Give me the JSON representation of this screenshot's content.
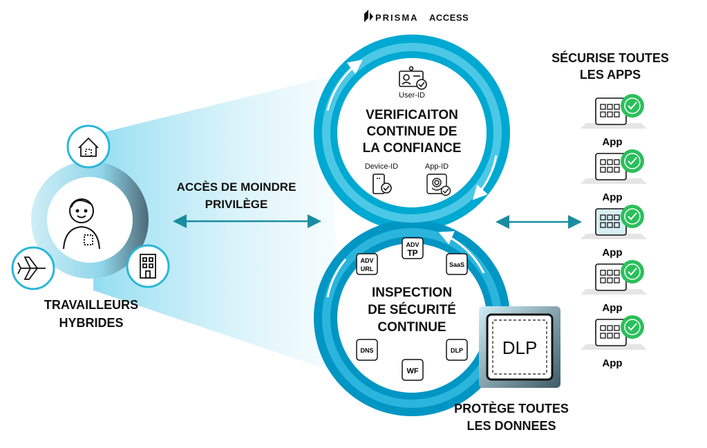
{
  "brand": {
    "name": "PRISMA",
    "suffix": "ACCESS"
  },
  "left": {
    "title_lines": [
      "TRAVAILLEURS",
      "HYBRIDES"
    ]
  },
  "middle_left": {
    "label_lines": [
      "ACCÈS DE MOINDRE",
      "PRIVILÈGE"
    ]
  },
  "trust": {
    "title_lines": [
      "VERIFICAITON",
      "CONTINUE DE",
      "LA CONFIANCE"
    ],
    "user_id": "User-ID",
    "device_id": "Device-ID",
    "app_id": "App-ID"
  },
  "inspection": {
    "title_lines": [
      "INSPECTION",
      "DE SÉCURITÉ",
      "CONTINUE"
    ],
    "badges": {
      "adv_tp": [
        "ADV",
        "TP"
      ],
      "adv_url": [
        "ADV",
        "URL"
      ],
      "saas": "SaaS",
      "dns": "DNS",
      "dlp": "DLP",
      "wf": "WF"
    }
  },
  "dlp_card": {
    "label": "DLP"
  },
  "data_protection": {
    "title_lines": [
      "PROTÈGE TOUTES",
      "LES DONNEES"
    ]
  },
  "apps": {
    "title_lines": [
      "SÉCURISE TOUTES",
      "LES APPS"
    ],
    "items": [
      {
        "label": "App"
      },
      {
        "label": "App"
      },
      {
        "label": "App"
      },
      {
        "label": "App"
      },
      {
        "label": "App"
      }
    ]
  },
  "colors": {
    "accent": "#00a9d1",
    "accent_dark": "#0089b0",
    "teal_arrow": "#1a8ca0",
    "check_green": "#2bbf5c",
    "ring_grey": "#6e7f88"
  }
}
